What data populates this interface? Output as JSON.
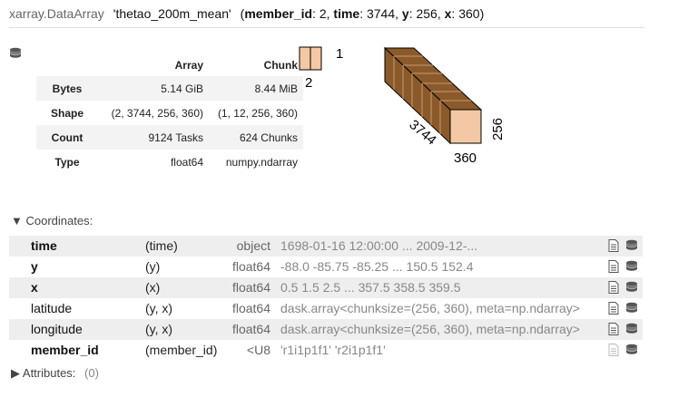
{
  "header": {
    "class_name": "xarray.DataArray",
    "var_name": "'thetao_200m_mean'",
    "dims_open": "(",
    "dims": [
      {
        "name": "member_id",
        "size": ": 2, "
      },
      {
        "name": "time",
        "size": ": 3744, "
      },
      {
        "name": "y",
        "size": ": 256, "
      },
      {
        "name": "x",
        "size": ": 360"
      }
    ],
    "dims_close": ")"
  },
  "summary": {
    "col_array": "Array",
    "col_chunk": "Chunk",
    "rows": [
      {
        "label": "Bytes",
        "array": "5.14 GiB",
        "chunk": "8.44 MiB"
      },
      {
        "label": "Shape",
        "array": "(2, 3744, 256, 360)",
        "chunk": "(1, 12, 256, 360)"
      },
      {
        "label": "Count",
        "array": "9124 Tasks",
        "chunk": "624 Chunks"
      },
      {
        "label": "Type",
        "array": "float64",
        "chunk": "numpy.ndarray"
      }
    ]
  },
  "diagram": {
    "small_right": "1",
    "small_bottom": "2",
    "cube_depth": "3744",
    "cube_height": "256",
    "cube_width": "360"
  },
  "coordinates": {
    "title": "▼ Coordinates:",
    "items": [
      {
        "name": "time",
        "dims": "(time)",
        "dtype": "object",
        "preview": "1698-01-16 12:00:00 ... 2009-12-...",
        "bold": true,
        "file_active": true
      },
      {
        "name": "y",
        "dims": "(y)",
        "dtype": "float64",
        "preview": "-88.0 -85.75 -85.25 ... 150.5 152.4",
        "bold": true,
        "file_active": true
      },
      {
        "name": "x",
        "dims": "(x)",
        "dtype": "float64",
        "preview": "0.5 1.5 2.5 ... 357.5 358.5 359.5",
        "bold": true,
        "file_active": true
      },
      {
        "name": "latitude",
        "dims": "(y, x)",
        "dtype": "float64",
        "preview": "dask.array<chunksize=(256, 360), meta=np.ndarray>",
        "bold": false,
        "file_active": true
      },
      {
        "name": "longitude",
        "dims": "(y, x)",
        "dtype": "float64",
        "preview": "dask.array<chunksize=(256, 360), meta=np.ndarray>",
        "bold": false,
        "file_active": true
      },
      {
        "name": "member_id",
        "dims": "(member_id)",
        "dtype": "<U8",
        "preview": "'r1i1p1f1' 'r2i1p1f1'",
        "bold": true,
        "file_active": false
      }
    ]
  },
  "attributes": {
    "title": "▶ Attributes:",
    "count": "(0)"
  },
  "colors": {
    "cube_dark": "#8b5a2b",
    "cube_face": "#f4c8a4"
  },
  "icons": [
    "database-icon",
    "file-text-icon"
  ]
}
